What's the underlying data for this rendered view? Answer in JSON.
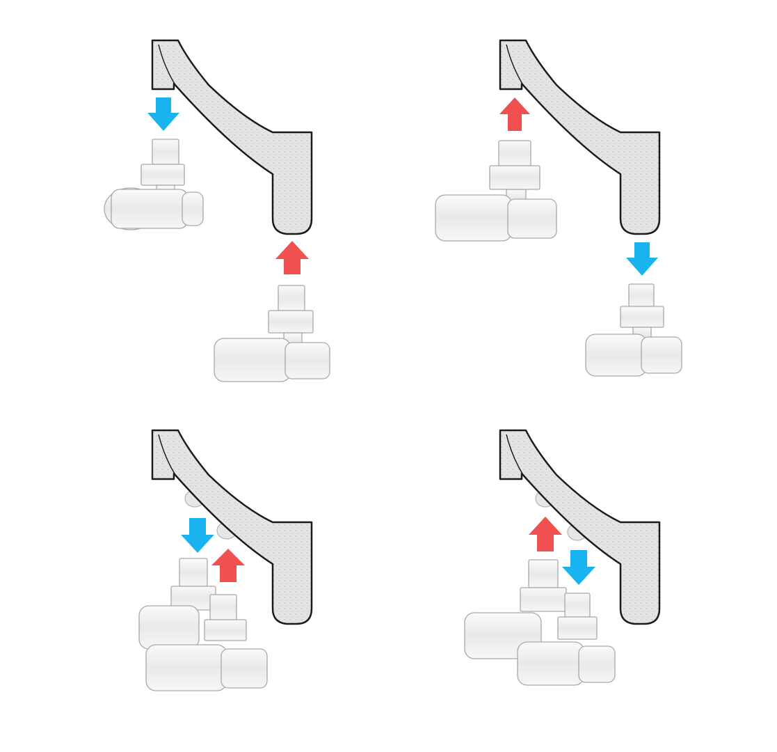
{
  "colors": {
    "background": "#ffffff",
    "radiator_fill": "#e4e4e4",
    "radiator_outline": "#1a1a1a",
    "valve_fill": "#f1f1f1",
    "valve_outline": "#a8a8a8",
    "flow_in": "#19b4f0",
    "flow_out": "#f05050"
  },
  "panels": [
    {
      "id": "top-left",
      "arrows": [
        {
          "type": "flow-in",
          "direction": "down"
        },
        {
          "type": "flow-out",
          "direction": "up"
        }
      ]
    },
    {
      "id": "top-right",
      "arrows": [
        {
          "type": "flow-out",
          "direction": "up"
        },
        {
          "type": "flow-in",
          "direction": "down"
        }
      ]
    },
    {
      "id": "bottom-left",
      "arrows": [
        {
          "type": "flow-in",
          "direction": "down"
        },
        {
          "type": "flow-out",
          "direction": "up"
        }
      ]
    },
    {
      "id": "bottom-right",
      "arrows": [
        {
          "type": "flow-out",
          "direction": "up"
        },
        {
          "type": "flow-in",
          "direction": "down"
        }
      ]
    }
  ]
}
